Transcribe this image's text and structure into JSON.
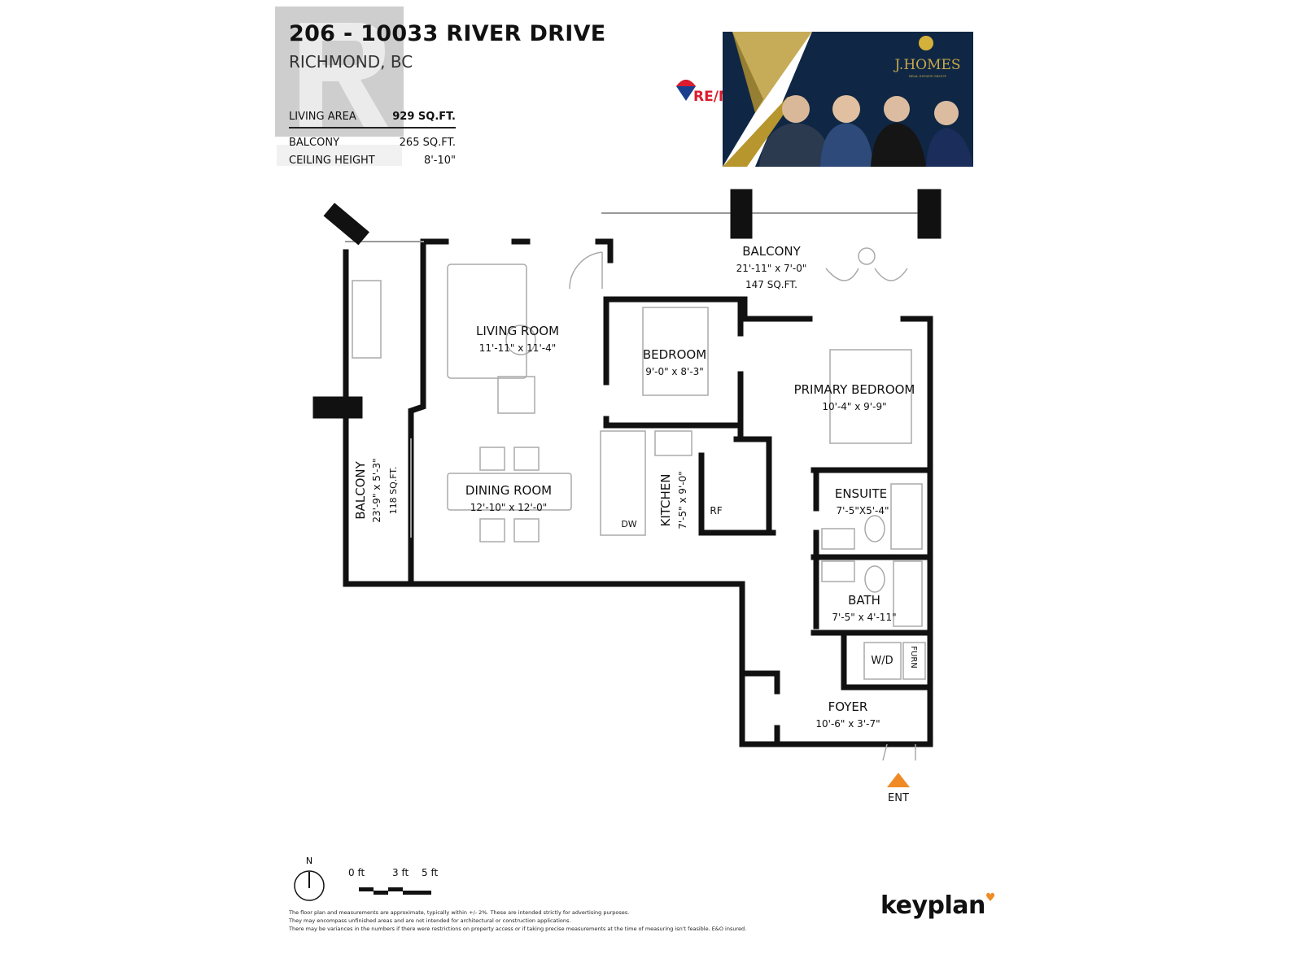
{
  "header": {
    "title": "206 - 10033 RIVER DRIVE",
    "subtitle": "RICHMOND, BC",
    "stats": [
      {
        "label": "LIVING AREA",
        "value": "929 SQ.FT."
      },
      {
        "label": "BALCONY",
        "value": "265 SQ.FT."
      },
      {
        "label": "CEILING HEIGHT",
        "value": "8'-10\""
      }
    ]
  },
  "watermark": {
    "text": "REALTOR®"
  },
  "banner": {
    "remax_text": "RE/MAX",
    "brand": "J.HOMES",
    "brand_sub": "REAL ESTATE GROUP",
    "colors": {
      "navy": "#0f2744",
      "gold": "#b8962e",
      "remax_red": "#dc1c2e",
      "remax_blue": "#1a3f8f"
    }
  },
  "rooms": {
    "balcony_top": {
      "name": "BALCONY",
      "dims": "21'-11\"  x  7'-0\"",
      "area": "147 SQ.FT."
    },
    "balcony_side": {
      "name": "BALCONY",
      "dims": "23'-9\"  x  5'-3\"",
      "area": "118 SQ.FT."
    },
    "living": {
      "name": "LIVING ROOM",
      "dims": "11'-11\"  x  11'-4\""
    },
    "bedroom": {
      "name": "BEDROOM",
      "dims": "9'-0\"  x  8'-3\""
    },
    "primary": {
      "name": "PRIMARY BEDROOM",
      "dims": "10'-4\"  x  9'-9\""
    },
    "dining": {
      "name": "DINING ROOM",
      "dims": "12'-10\"  x  12'-0\""
    },
    "kitchen": {
      "name": "KITCHEN",
      "dims": "7'-5\"  x  9'-0\""
    },
    "ensuite": {
      "name": "ENSUITE",
      "dims": "7'-5\"X5'-4\""
    },
    "bath": {
      "name": "BATH",
      "dims": "7'-5\"  x  4'-11\""
    },
    "foyer": {
      "name": "FOYER",
      "dims": "10'-6\"  x  3'-7\""
    }
  },
  "fixtures": {
    "dw": "DW",
    "rf": "RF",
    "wd": "W/D",
    "furn": "FURN"
  },
  "entrance": {
    "label": "ENT",
    "color": "#f08a24"
  },
  "footer": {
    "north": "N",
    "scale": [
      "0 ft",
      "3 ft",
      "5 ft"
    ],
    "disclaimer": [
      "The floor plan and measurements are approximate, typically within +/- 2%. These are intended strictly for advertising purposes.",
      "They may encompass unfinished areas and are not intended for architectural or construction applications.",
      "There may be variances in the numbers if there were restrictions on property access or if taking precise measurements at the time of measuring isn't feasible. E&O insured."
    ],
    "brand": "keyplan"
  }
}
